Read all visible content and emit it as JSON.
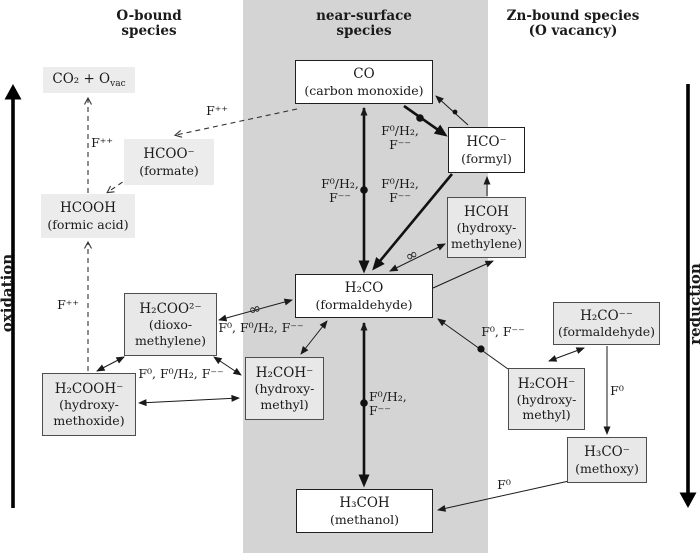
{
  "headers": {
    "left": {
      "line1": "O-bound",
      "line2": "species"
    },
    "middle": {
      "line1": "near-surface",
      "line2": "species"
    },
    "right": {
      "line1": "Zn-bound species",
      "line2": "(O vacancy)"
    }
  },
  "axes": {
    "left_label": "oxidation",
    "right_label": "reduction"
  },
  "symbols": {
    "equilibrium_squiggle": "∞"
  },
  "colors": {
    "band": "#d4d4d4",
    "box_gray": "#e8e8e8",
    "box_white": "#ffffff",
    "line": "#1a1a1a"
  },
  "species": [
    {
      "id": "co2-ovac",
      "formula": "CO₂ + O",
      "formula_sub": "vac"
    },
    {
      "id": "formate",
      "formula": "HCOO⁻",
      "name1": "(formate)"
    },
    {
      "id": "formic-acid",
      "formula": "HCOOH",
      "name1": "(formic acid)"
    },
    {
      "id": "dioxomethylene",
      "formula": "H₂COO²⁻",
      "name1": "(dioxo-",
      "name2": "methylene)"
    },
    {
      "id": "hydroxymethoxide",
      "formula": "H₂COOH⁻",
      "name1": "(hydroxy-",
      "name2": "methoxide)"
    },
    {
      "id": "carbon-monoxide",
      "formula": "CO",
      "name1": "(carbon monoxide)"
    },
    {
      "id": "formaldehyde",
      "formula": "H₂CO",
      "name1": "(formaldehyde)"
    },
    {
      "id": "methanol",
      "formula": "H₃COH",
      "name1": "(methanol)"
    },
    {
      "id": "formyl",
      "formula": "HCO⁻",
      "name1": "(formyl)"
    },
    {
      "id": "hydroxymethylene",
      "formula": "HCOH",
      "name1": "(hydroxy-",
      "name2": "methylene)"
    },
    {
      "id": "formaldehyde-zn",
      "formula": "H₂CO⁻⁻",
      "name1": "(formaldehyde)"
    },
    {
      "id": "hydroxymethyl-zn",
      "formula": "H₂COH⁻",
      "name1": "(hydroxy-",
      "name2": "methyl)"
    },
    {
      "id": "methoxy",
      "formula": "H₃CO⁻",
      "name1": "(methoxy)"
    },
    {
      "id": "hydroxymethyl-surface",
      "formula": "H₂COH⁻",
      "name1": "(hydroxy-",
      "name2": "methyl)"
    }
  ],
  "labels": [
    {
      "id": "co-to-formate",
      "line1": "F⁺⁺"
    },
    {
      "id": "formic-to-co2",
      "line1": "F⁺⁺"
    },
    {
      "id": "methoxide-to-formic",
      "line1": "F⁺⁺"
    },
    {
      "id": "co-to-formyl",
      "line1": "F⁰/H₂,",
      "line2": "F⁻⁻"
    },
    {
      "id": "co-formaldehyde-left",
      "line1": "F⁰/H₂,",
      "line2": "F⁻⁻"
    },
    {
      "id": "formyl-to-formaldehyde",
      "line1": "F⁰/H₂,",
      "line2": "F⁻⁻"
    },
    {
      "id": "dioxo-formaldehyde",
      "line1": "F⁰, F⁰/H₂, F⁻⁻"
    },
    {
      "id": "methoxide-hydroxymethyl",
      "line1": "F⁰, F⁰/H₂, F⁻⁻"
    },
    {
      "id": "formaldehyde-to-methanol",
      "line1": "F⁰/H₂,",
      "line2": "F⁻⁻"
    },
    {
      "id": "znhydroxymethyl-to-formaldehyde",
      "line1": "F⁰, F⁻⁻"
    },
    {
      "id": "znformaldehyde-to-methoxy",
      "line1": "F⁰"
    },
    {
      "id": "methoxy-to-methanol",
      "line1": "F⁰"
    }
  ]
}
